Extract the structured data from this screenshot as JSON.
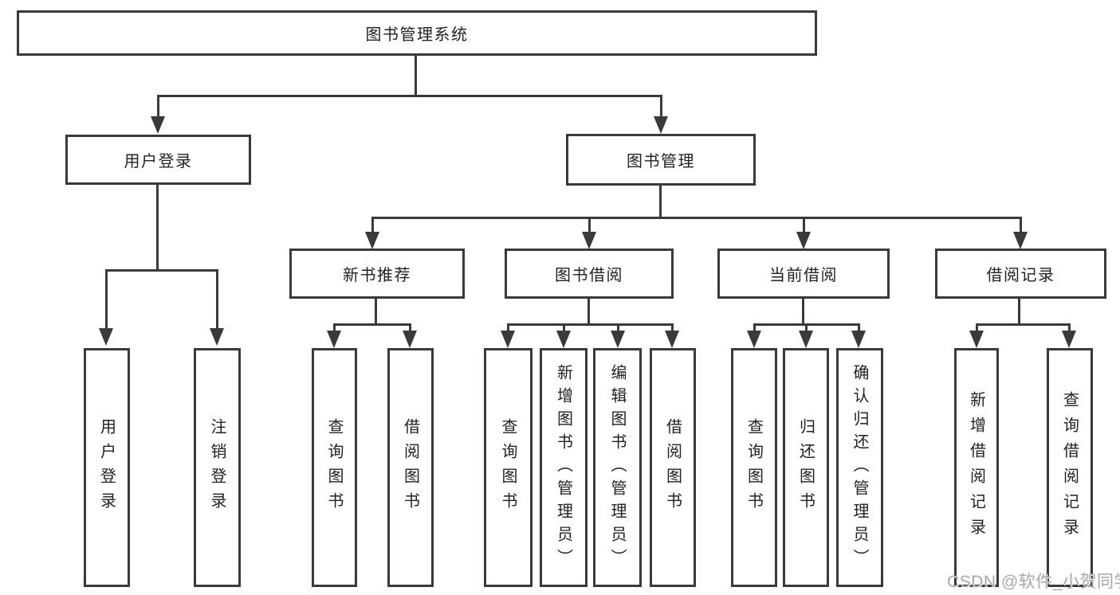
{
  "diagram": {
    "root": {
      "label": "图书管理系统"
    },
    "branches": {
      "user": {
        "label": "用户登录",
        "children": [
          "用户登录",
          "注销登录"
        ]
      },
      "book": {
        "label": "图书管理",
        "sections": [
          {
            "label": "新书推荐",
            "children": [
              "查询图书",
              "借阅图书"
            ]
          },
          {
            "label": "图书借阅",
            "children": [
              "查询图书",
              "新增图书（管理员）",
              "编辑图书（管理员）",
              "借阅图书"
            ]
          },
          {
            "label": "当前借阅",
            "children": [
              "查询图书",
              "归还图书",
              "确认归还（管理员）"
            ]
          },
          {
            "label": "借阅记录",
            "children": [
              "新增借阅记录",
              "查询借阅记录"
            ]
          }
        ]
      }
    }
  },
  "colors": {
    "line": "#3a3a3a",
    "box_background": "#ffffff",
    "text": "#222222",
    "watermark": "#adadad",
    "page_background": "#ffffff"
  },
  "watermark": {
    "text": "CSDN @软件_小贺同学"
  }
}
